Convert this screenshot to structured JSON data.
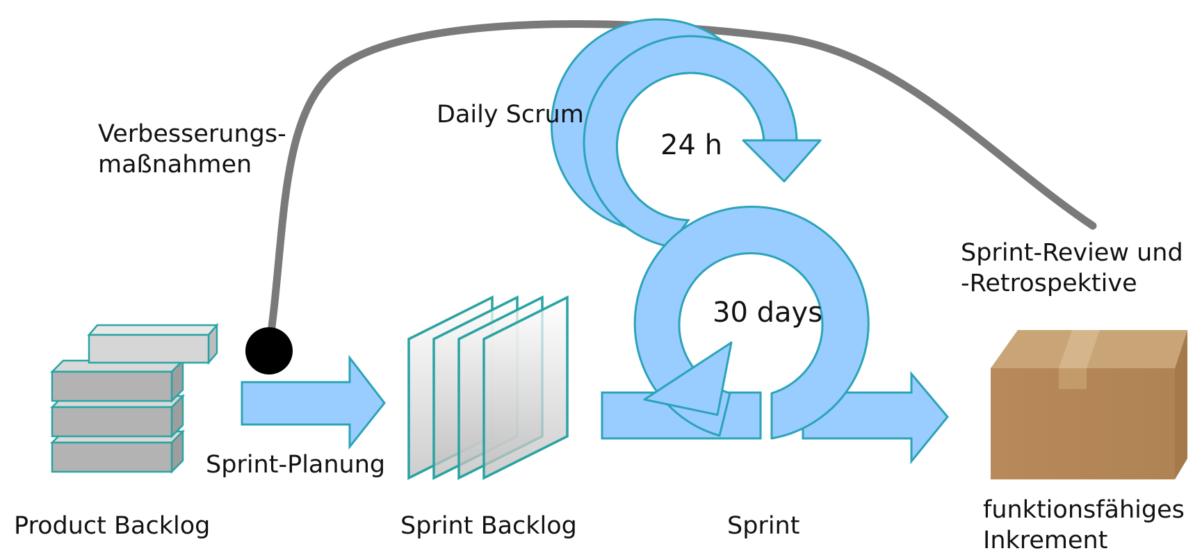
{
  "labels": {
    "product_backlog": "Product Backlog",
    "sprint_planning": "Sprint-Planung",
    "sprint_backlog": "Sprint Backlog",
    "sprint": "Sprint",
    "daily_scrum": "Daily Scrum",
    "cycle_24h": "24 h",
    "cycle_30days": "30 days",
    "improvements_line1": "Verbesserungs-",
    "improvements_line2": "maßnahmen",
    "review_line1": "Sprint-Review und",
    "review_line2": "-Retrospektive",
    "increment_line1": "funktionsfähiges",
    "increment_line2": "Inkrement"
  },
  "colors": {
    "arrow_fill": "#99ccff",
    "arrow_stroke": "#2aa3b8",
    "block_fill": "#b3b3b3",
    "block_stroke": "#2aa3a3",
    "feedback_line": "#7a7a7a",
    "box_brown": "#b5895a"
  }
}
